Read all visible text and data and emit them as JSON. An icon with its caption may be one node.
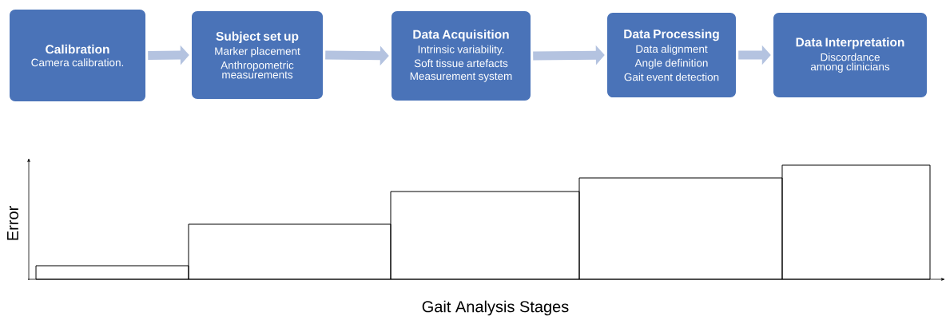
{
  "diagram": {
    "nodes": [
      {
        "text": [
          "Calibration",
          "Camera calibration."
        ]
      },
      {
        "text": [
          "Subject set up",
          "Marker placement",
          "Anthropometric measurements"
        ]
      },
      {
        "text": [
          "Data Acquisition",
          "Intrinsic variability.",
          "Soft tissue artefacts",
          "Measurement system"
        ]
      },
      {
        "text": [
          "Data Processing",
          "Data alignment",
          "Angle definition",
          "Gait event detection"
        ]
      },
      {
        "text": [
          "Data Interpretation",
          "Discordance among clinicians"
        ]
      }
    ],
    "edges": [
      {
        "from": 0,
        "to": 1,
        "arrow": "to"
      },
      {
        "from": 1,
        "to": 2,
        "arrow": "to"
      },
      {
        "from": 2,
        "to": 3,
        "arrow": "to"
      },
      {
        "from": 3,
        "to": 4,
        "arrow": "to"
      }
    ],
    "labels": [
      "Error",
      "Gait Analysis Stages"
    ]
  }
}
